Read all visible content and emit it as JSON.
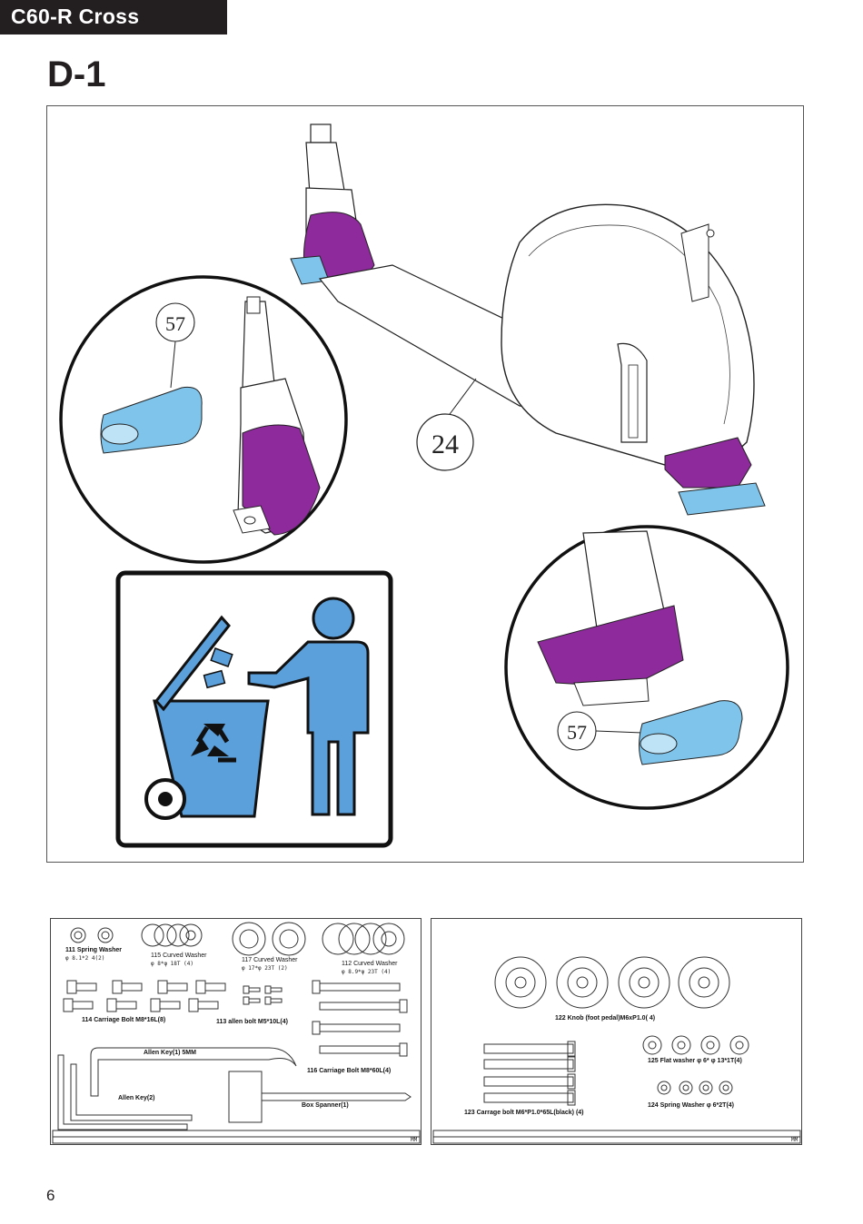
{
  "header": {
    "title": "C60-R Cross"
  },
  "step": {
    "title": "D-1"
  },
  "callouts": {
    "part_57_top": "57",
    "part_24": "24",
    "part_57_bottom": "57"
  },
  "parts_left": {
    "p111": {
      "name": "111 Spring Washer",
      "spec": "φ 8.1*2 4(2)"
    },
    "p115": {
      "name": "115 Curved Washer",
      "spec": "φ 8*φ 18T (4)"
    },
    "p117": {
      "name": "117 Curved Washer",
      "spec": "φ 17*φ 23T (2)"
    },
    "p112": {
      "name": "112 Curved Washer",
      "spec": "φ 8.9*φ 23T (4)"
    },
    "p114": {
      "name": "114 Carriage Bolt  M8*16L(8)"
    },
    "p113": {
      "name": "113 allen bolt   M5*10L(4)"
    },
    "allen5": {
      "name": "Allen Key(1) 5MM"
    },
    "p116": {
      "name": "116 Carriage Bolt  M8*60L(4)"
    },
    "allen2": {
      "name": "Allen Key(2)"
    },
    "spanner": {
      "name": "Box Spanner(1)"
    },
    "ruler_unit": "MM"
  },
  "parts_right": {
    "p122": {
      "name": "122 Knob (foot pedal)M6xP1.0( 4)"
    },
    "p125": {
      "name": "125 Flat washer   φ 6* φ 13*1T(4)"
    },
    "p124": {
      "name": "124 Spring Washer  φ 6*2T(4)"
    },
    "p123": {
      "name": "123 Carrage bolt M6*P1.0*65L(black) (4)"
    },
    "ruler_unit": "MM"
  },
  "page": {
    "number": "6"
  },
  "colors": {
    "accent_purple": "#8e2a9c",
    "foot_blue": "#7fc4ea",
    "bin_blue": "#5b9fdb",
    "dark": "#231f20"
  }
}
